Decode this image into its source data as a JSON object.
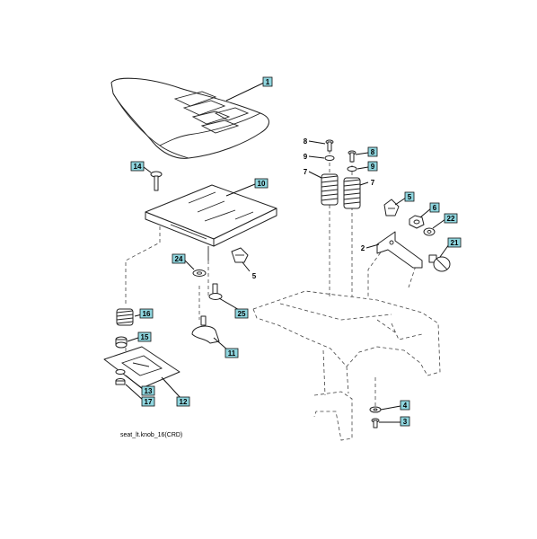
{
  "diagram": {
    "caption": "seat_lt.knob_16(CRD)",
    "callouts": {
      "c1": "1",
      "c14": "14",
      "c10": "10",
      "c24": "24",
      "c5a": "5",
      "c25": "25",
      "c16": "16",
      "c15": "15",
      "c11": "11",
      "c13": "13",
      "c17": "17",
      "c12": "12",
      "c8a": "8",
      "c9a": "9",
      "c7a": "7",
      "c8b": "8",
      "c9b": "9",
      "c7b": "7",
      "c5b": "5",
      "c6": "6",
      "c22": "22",
      "c2": "2",
      "c21": "21",
      "c4": "4",
      "c3": "3"
    }
  }
}
